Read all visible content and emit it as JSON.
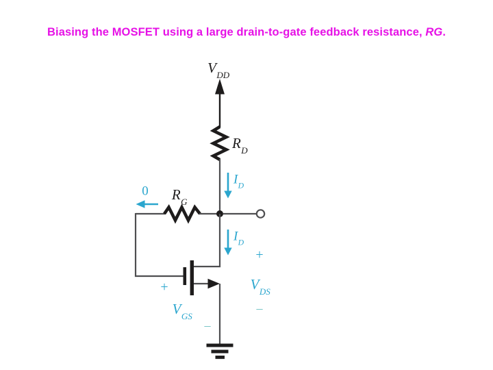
{
  "colors": {
    "title": "#E611E6",
    "accent": "#2BA6CE",
    "accent_muted": "#79C5C6",
    "wire": "#4E4E50",
    "ink": "#1E1C1C",
    "background": "#FFFFFF"
  },
  "title": {
    "text": "Biasing the MOSFET using a large drain-to-gate feedback resistance, ",
    "emphasis": "RG",
    "suffix": "."
  },
  "circuit": {
    "supply_label": {
      "base": "V",
      "sub": "DD"
    },
    "drain_resistor": {
      "base": "R",
      "sub": "D"
    },
    "feedback_resistor": {
      "base": "R",
      "sub": "G"
    },
    "gate_current_value": "0",
    "drain_current_upper": {
      "base": "I",
      "sub": "D"
    },
    "drain_current_lower": {
      "base": "I",
      "sub": "D"
    },
    "gate_source_voltage": {
      "plus": "+",
      "base": "V",
      "sub": "GS",
      "minus": "−"
    },
    "drain_source_voltage": {
      "plus": "+",
      "base": "V",
      "sub": "DS",
      "minus": "−"
    }
  }
}
